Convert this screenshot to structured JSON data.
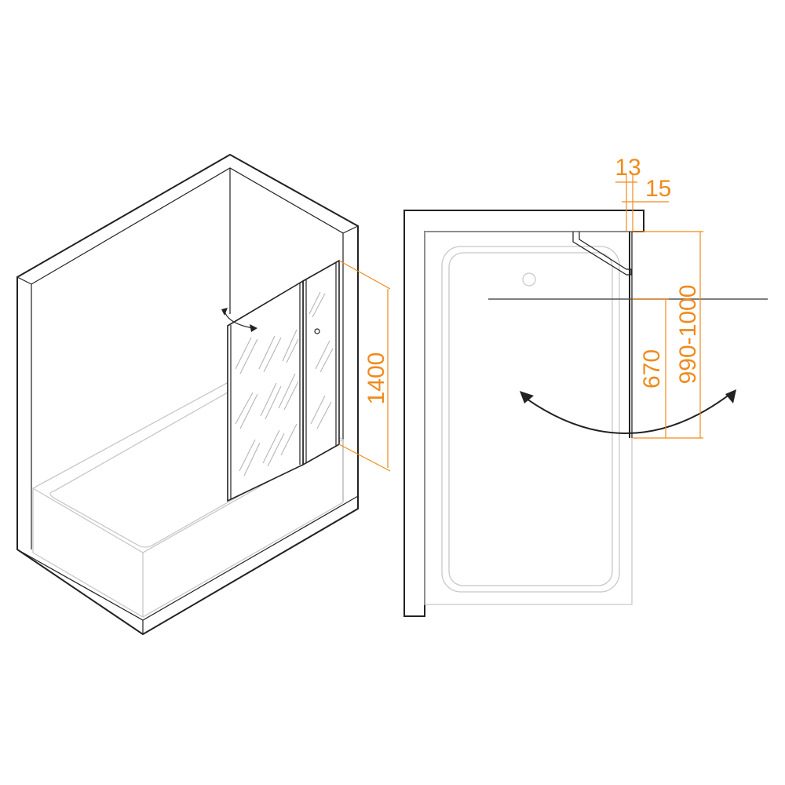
{
  "dimensions": {
    "height": "1400",
    "top_offset": "13",
    "top_offset2": "15",
    "overall_width": "990-1000",
    "panel_width": "670"
  },
  "colors": {
    "dimension": "#f08a1c",
    "line": "#222222",
    "faint": "#c8c8c8"
  }
}
